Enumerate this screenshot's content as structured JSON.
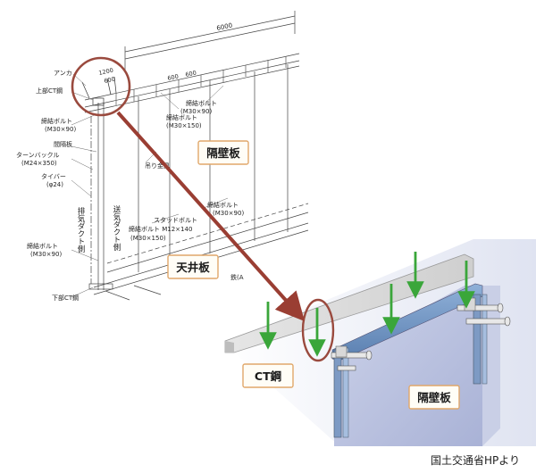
{
  "drawing": {
    "dimension_total": "6000",
    "dimension_spacing_1": "600",
    "dimension_spacing_2": "600",
    "dimension_1200": "1200",
    "dimension_600": "600",
    "left_labels": [
      "アンカ",
      "上部CT鋼",
      "締結ボルト",
      "(M30×90)",
      "間隔板",
      "ターンバックル",
      "(M24×350)",
      "タイバー",
      "(φ24)",
      "締結ボルト",
      "(M30×90)",
      "下部CT鋼"
    ],
    "mid_labels": [
      "締結ボルト",
      "(M30×150)",
      "締結ボルト",
      "(M30×90)",
      "吊り金具",
      "締結ボルト",
      "(M30×90)",
      "スタッドボルト",
      "締結ボルト M12×140",
      "(M30×150)",
      "鉄(A"
    ],
    "vertical_labels": {
      "exhaust": "排気ダクト側",
      "supply": "送気ダクト側"
    }
  },
  "callouts": {
    "partition_top": "隔壁板",
    "ceiling": "天井板",
    "ct_steel": "CT鋼",
    "partition_bottom": "隔壁板"
  },
  "credit": "国土交通省HPより",
  "colors": {
    "highlight_circle": "#9a4a3e",
    "arrow": "#9a3e33",
    "green_arrow": "#3aa63a",
    "callout_border": "#e0a76a",
    "panel": "#b6bfdc"
  }
}
